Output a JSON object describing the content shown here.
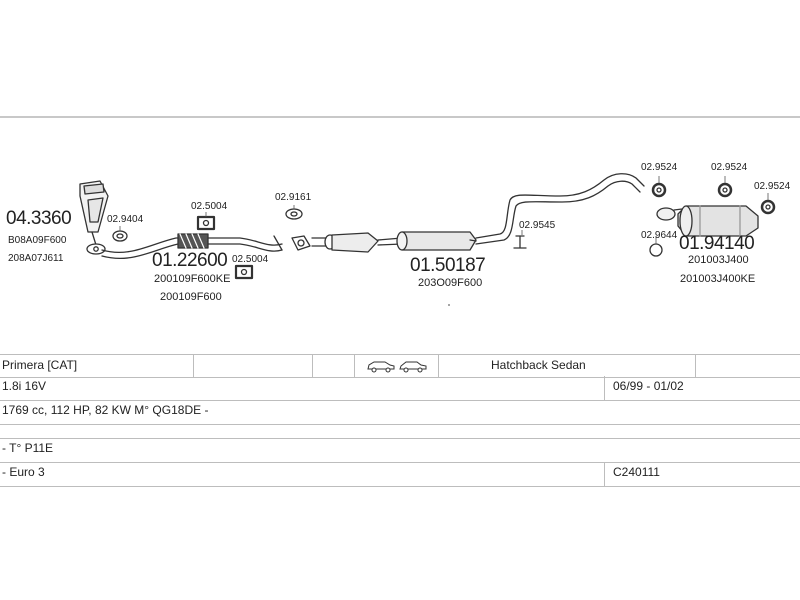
{
  "diagram": {
    "parts": [
      {
        "id": "cat",
        "code": "04.3360",
        "refs": [
          "B08A09F600",
          "208A07J611"
        ]
      },
      {
        "id": "p1",
        "code": "02.9404"
      },
      {
        "id": "front-pipe",
        "code": "01.22600",
        "refs": [
          "200109F600KE",
          "200109F600"
        ]
      },
      {
        "id": "p2",
        "code": "02.5004"
      },
      {
        "id": "p3",
        "code": "02.5004"
      },
      {
        "id": "p4",
        "code": "02.9161"
      },
      {
        "id": "mid-silencer",
        "code": "01.50187",
        "refs": [
          "203O09F600"
        ]
      },
      {
        "id": "p5",
        "code": "02.9545"
      },
      {
        "id": "p6",
        "code": "02.9524"
      },
      {
        "id": "p7",
        "code": "02.9524"
      },
      {
        "id": "p8",
        "code": "02.9524"
      },
      {
        "id": "p9",
        "code": "02.9644"
      },
      {
        "id": "rear-silencer",
        "code": "01.94140",
        "refs": [
          "201003J400",
          "201003J400KE"
        ]
      }
    ]
  },
  "vehicle": {
    "model": "Primera  [CAT]",
    "body": "Hatchback Sedan",
    "engine": "1.8i 16V",
    "years": "06/99 - 01/02",
    "specs": "1769 cc, 112 HP, 82 KW M° QG18DE -",
    "type": "- T° P11E",
    "emission": "- Euro 3",
    "code": "C240111"
  },
  "icons": [
    "hatchback-car-icon",
    "sedan-car-icon"
  ]
}
